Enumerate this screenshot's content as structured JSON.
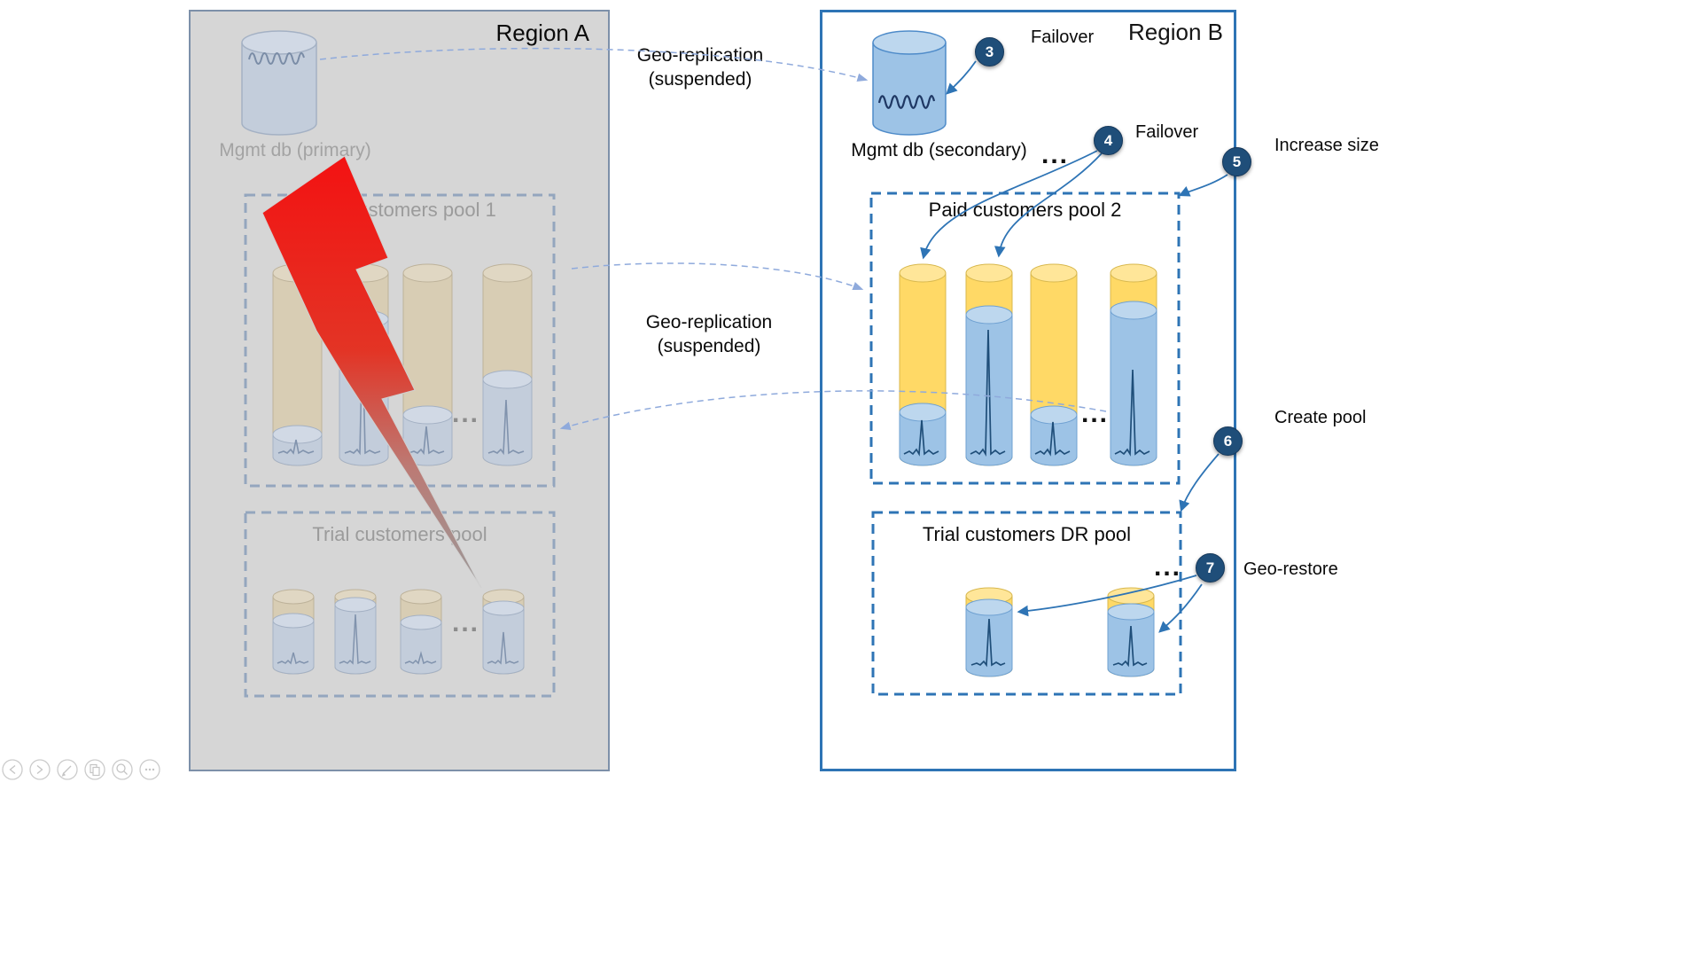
{
  "region_a": {
    "title": "Region A",
    "mgmt_db_label": "Mgmt db (primary)",
    "pool1_title": "Paid customers pool 1",
    "trial_pool_title": "Trial customers pool",
    "pool1_ellipsis": "...",
    "trial_ellipsis": "..."
  },
  "region_b": {
    "title": "Region B",
    "mgmt_db_label": "Mgmt db (secondary)",
    "mgmt_ellipsis": "...",
    "pool2_title": "Paid customers pool 2",
    "pool2_ellipsis": "...",
    "trial_dr_title": "Trial customers DR pool",
    "trial_dr_ellipsis": "..."
  },
  "annotations": {
    "geo_replication_top": {
      "line1": "Geo-replication",
      "line2": "(suspended)"
    },
    "geo_replication_mid": {
      "line1": "Geo-replication",
      "line2": "(suspended)"
    },
    "step3": {
      "number": "3",
      "label": "Failover"
    },
    "step4": {
      "number": "4",
      "label": "Failover"
    },
    "step5": {
      "number": "5",
      "label": "Increase size"
    },
    "step6": {
      "number": "6",
      "label": "Create pool"
    },
    "step7": {
      "number": "7",
      "label": "Geo-restore"
    }
  },
  "colors": {
    "region_b_border": "#2E74B5",
    "badge_background": "#1F4E79",
    "paid_db_orange": "#FFD966",
    "db_blue": "#9DC3E6",
    "usage_spike_blue": "#1F4E79",
    "region_a_disabled_gray": "#D6D6D6",
    "disaster_bolt_red": "#ED1C24",
    "geo_replication_arrow": "#8FAADC"
  }
}
